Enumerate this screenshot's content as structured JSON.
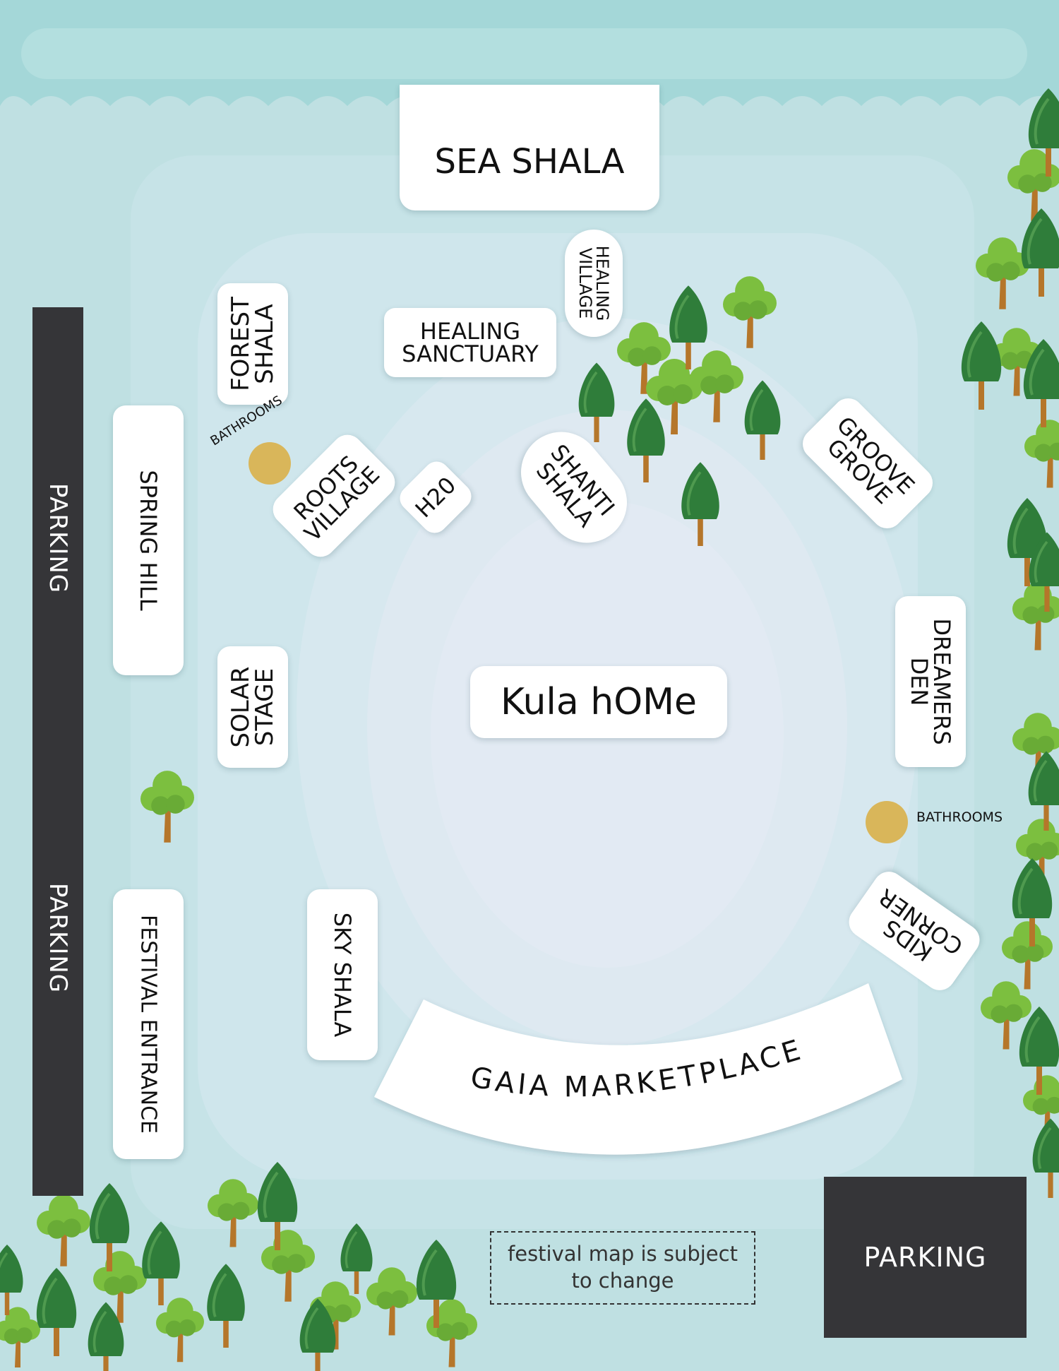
{
  "labels": {
    "sea_shala": "SEA SHALA",
    "healing_village": "HEALING\nVILLAGE",
    "healing_sanctuary": "HEALING\nSANCTUARY",
    "forest_shala": "FOREST\nSHALA",
    "spring_hill": "SPRING HILL",
    "roots_village": "ROOTS\nVILLAGE",
    "h20": "H20",
    "shanti_shala": "SHANTI\nSHALA",
    "groove_grove": "GROOVE\nGROVE",
    "solar_stage": "SOLAR\nSTAGE",
    "kula_home": "Kula hOMe",
    "dreamers_den": "DREAMERS\nDEN",
    "kids_corner": "KIDS\nCORNER",
    "sky_shala": "SKY SHALA",
    "festival_entrance": "FESTIVAL ENTRANCE",
    "gaia_marketplace": "GAIA MARKETPLACE",
    "bathrooms": "BATHROOMS",
    "parking": "PARKING",
    "note": "festival map is subject to change"
  },
  "colors": {
    "water": "#a4d7d8",
    "ground": "#bfe0e2",
    "parking": "#353538",
    "bathroom_dot": "#d9b65a",
    "tree_dark": "#2f7d3a",
    "tree_light": "#7cbf3f",
    "trunk": "#b5762a"
  }
}
